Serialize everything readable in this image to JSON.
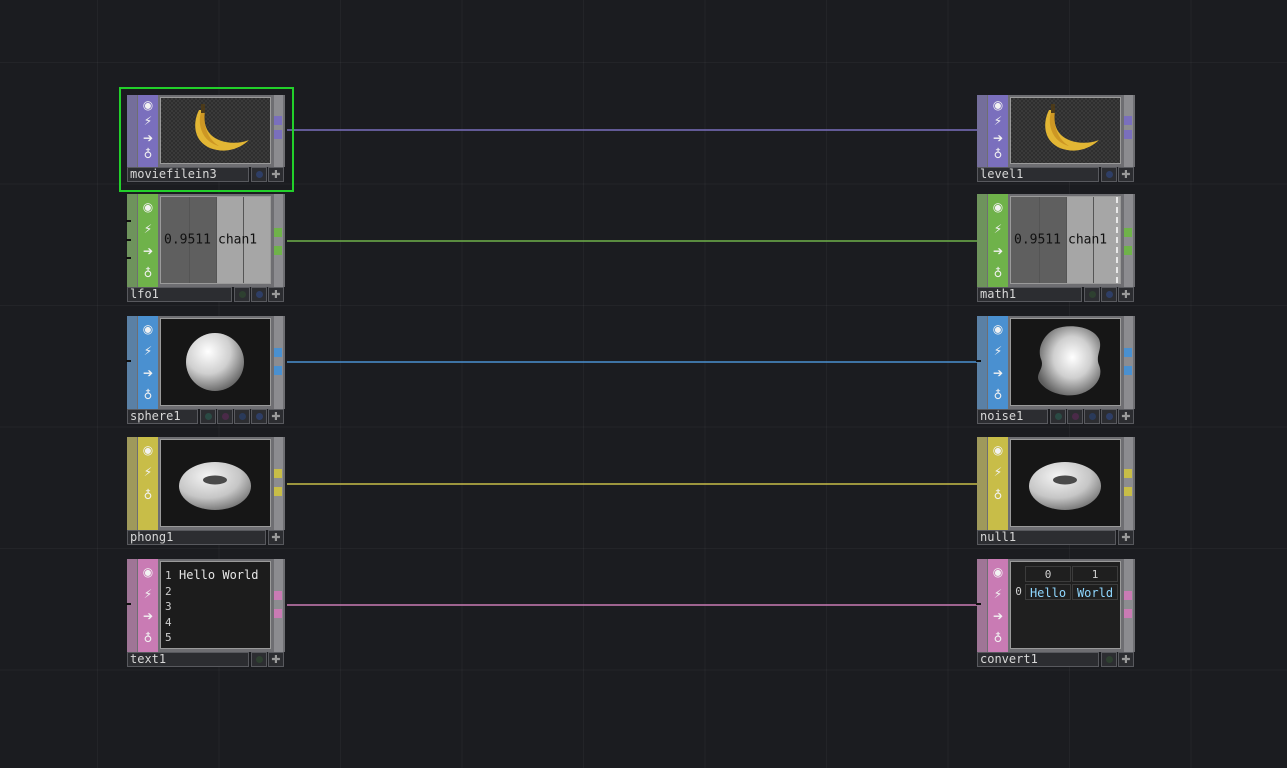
{
  "colors": {
    "top": "#7a6fbd",
    "chop": "#6fb24a",
    "sop": "#4a90d0",
    "mat": "#c8bd48",
    "dat": "#c97bb4",
    "selected": "#22d02a"
  },
  "icons": {
    "viewer_toggle": "target-icon",
    "cook": "lightning-icon",
    "export": "arrow-right-icon",
    "bypass": "bomb-icon"
  },
  "nodes": {
    "moviefilein3": {
      "label": "moviefilein3",
      "viewer": "banana-image"
    },
    "level1": {
      "label": "level1",
      "viewer": "banana-image"
    },
    "lfo1": {
      "label": "lfo1",
      "value": "0.9511",
      "channel": "chan1"
    },
    "math1": {
      "label": "math1",
      "value": "0.9511",
      "channel": "chan1"
    },
    "sphere1": {
      "label": "sphere1",
      "viewer": "sphere-render"
    },
    "noise1": {
      "label": "noise1",
      "viewer": "noise-render"
    },
    "phong1": {
      "label": "phong1",
      "viewer": "torus-render"
    },
    "null1": {
      "label": "null1",
      "viewer": "torus-render"
    },
    "text1": {
      "label": "text1",
      "line_numbers": [
        "1",
        "2",
        "3",
        "4",
        "5"
      ],
      "text": "Hello World"
    },
    "convert1": {
      "label": "convert1",
      "columns": [
        "0",
        "1"
      ],
      "row": "0",
      "cells": [
        "Hello",
        "World"
      ]
    }
  }
}
